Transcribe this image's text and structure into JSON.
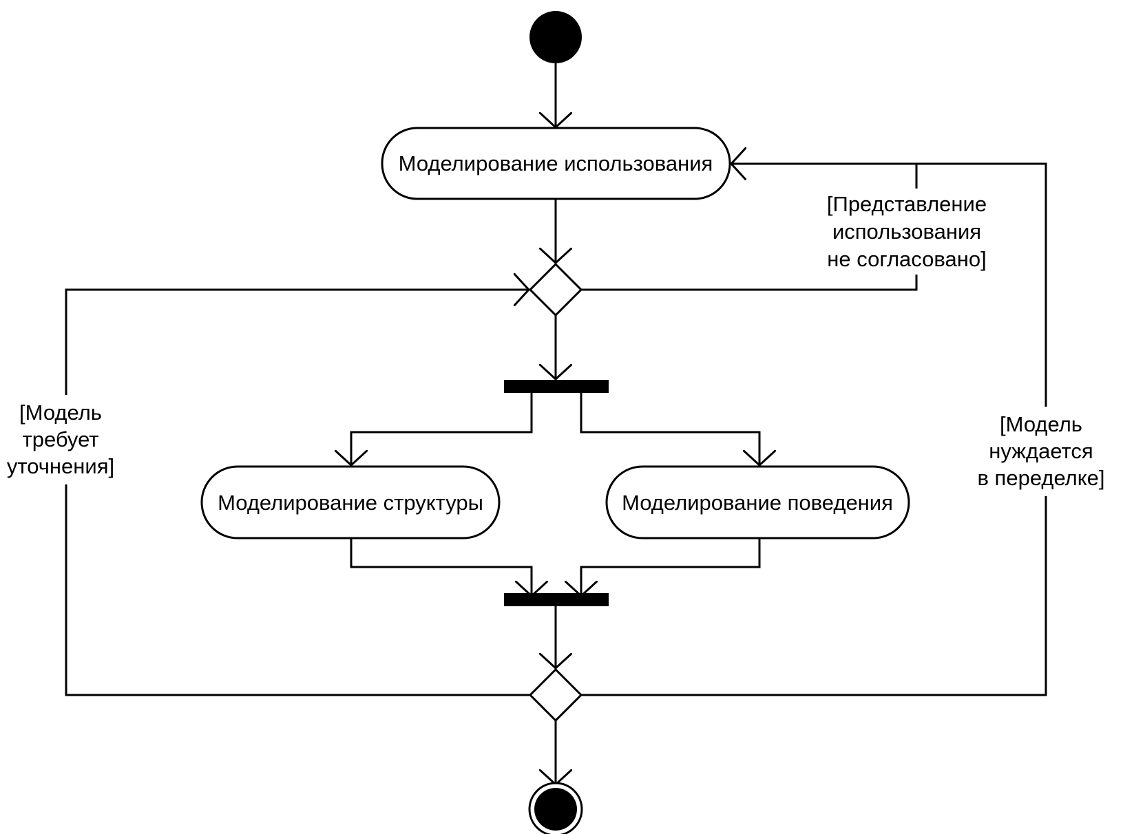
{
  "activities": {
    "use_modeling": "Моделирование использования",
    "structure_modeling": "Моделирование структуры",
    "behavior_modeling": "Моделирование поведения"
  },
  "guards": {
    "use_not_agreed": [
      "[Представление",
      "использования",
      "не согласовано]"
    ],
    "needs_refinement": [
      "[Модель",
      "требует",
      "уточнения]"
    ],
    "needs_rework": [
      "[Модель",
      "нуждается",
      "в переделке]"
    ]
  },
  "colors": {
    "stroke": "#000000",
    "fill": "#ffffff",
    "node_fill": "#000000"
  }
}
